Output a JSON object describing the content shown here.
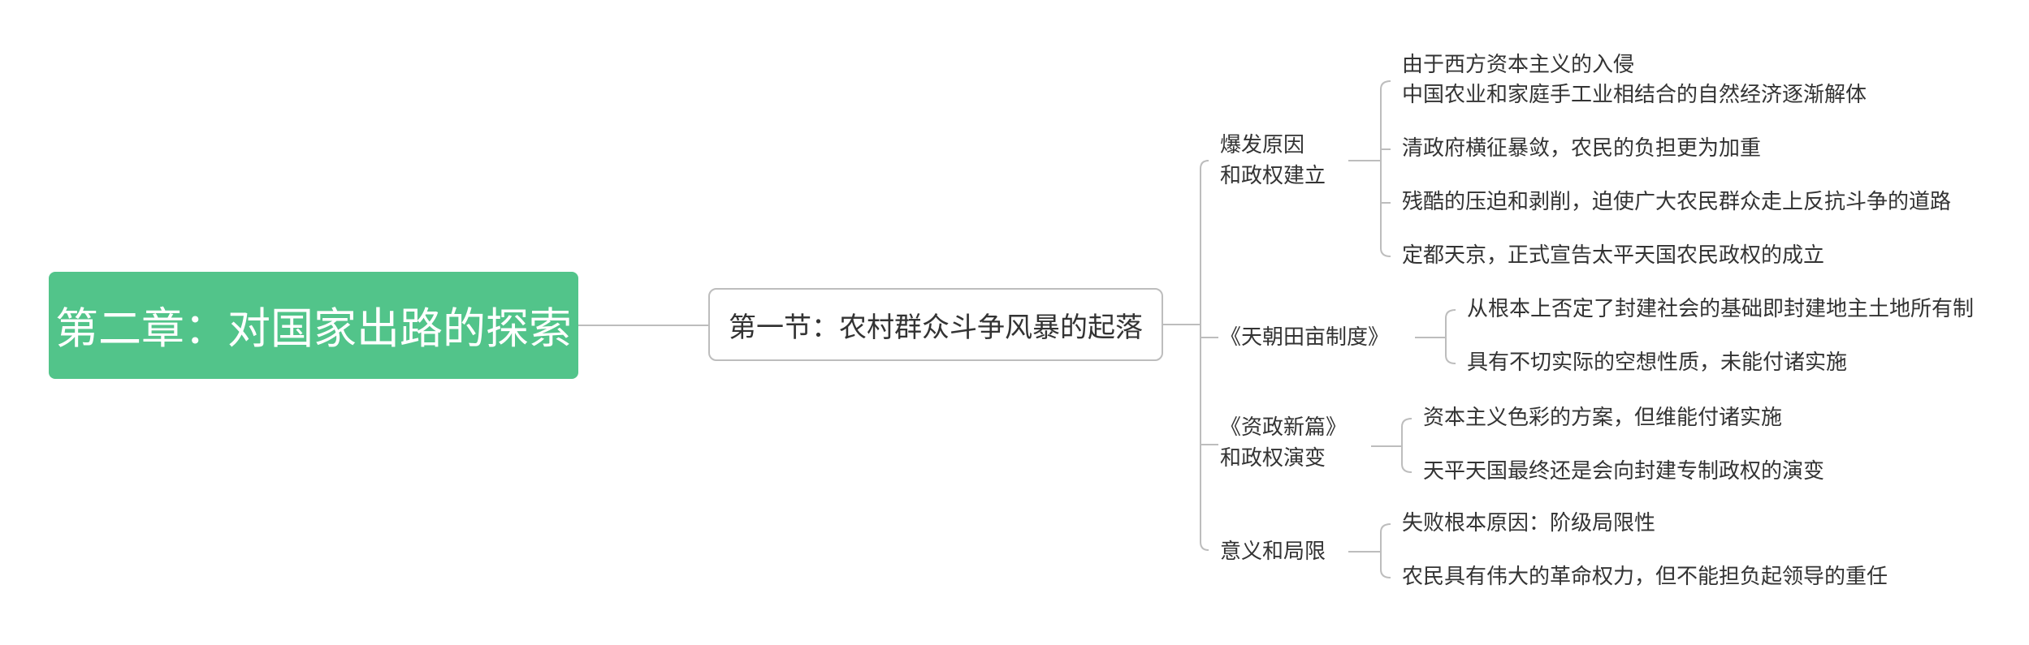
{
  "root": {
    "label": "第二章：对国家出路的探索"
  },
  "section": {
    "label": "第一节：农村群众斗争风暴的起落"
  },
  "topics": [
    {
      "lines": [
        "爆发原因",
        "和政权建立"
      ],
      "children": [
        {
          "lines": [
            "由于西方资本主义的入侵",
            "中国农业和家庭手工业相结合的自然经济逐渐解体"
          ]
        },
        {
          "lines": [
            "清政府横征暴敛，农民的负担更为加重"
          ]
        },
        {
          "lines": [
            "残酷的压迫和剥削，迫使广大农民群众走上反抗斗争的道路"
          ]
        },
        {
          "lines": [
            "定都天京，正式宣告太平天国农民政权的成立"
          ]
        }
      ]
    },
    {
      "lines": [
        "《天朝田亩制度》"
      ],
      "children": [
        {
          "lines": [
            "从根本上否定了封建社会的基础即封建地主土地所有制"
          ]
        },
        {
          "lines": [
            "具有不切实际的空想性质，未能付诸实施"
          ]
        }
      ]
    },
    {
      "lines": [
        "《资政新篇》",
        "和政权演变"
      ],
      "children": [
        {
          "lines": [
            "资本主义色彩的方案，但维能付诸实施"
          ]
        },
        {
          "lines": [
            "天平天国最终还是会向封建专制政权的演变"
          ]
        }
      ]
    },
    {
      "lines": [
        "意义和局限"
      ],
      "children": [
        {
          "lines": [
            "失败根本原因：阶级局限性"
          ]
        },
        {
          "lines": [
            "农民具有伟大的革命权力，但不能担负起领导的重任"
          ]
        }
      ]
    }
  ],
  "colors": {
    "root_fill": "#52c48a",
    "root_text": "#ffffff",
    "line": "#bdbdbd",
    "text": "#333333"
  }
}
